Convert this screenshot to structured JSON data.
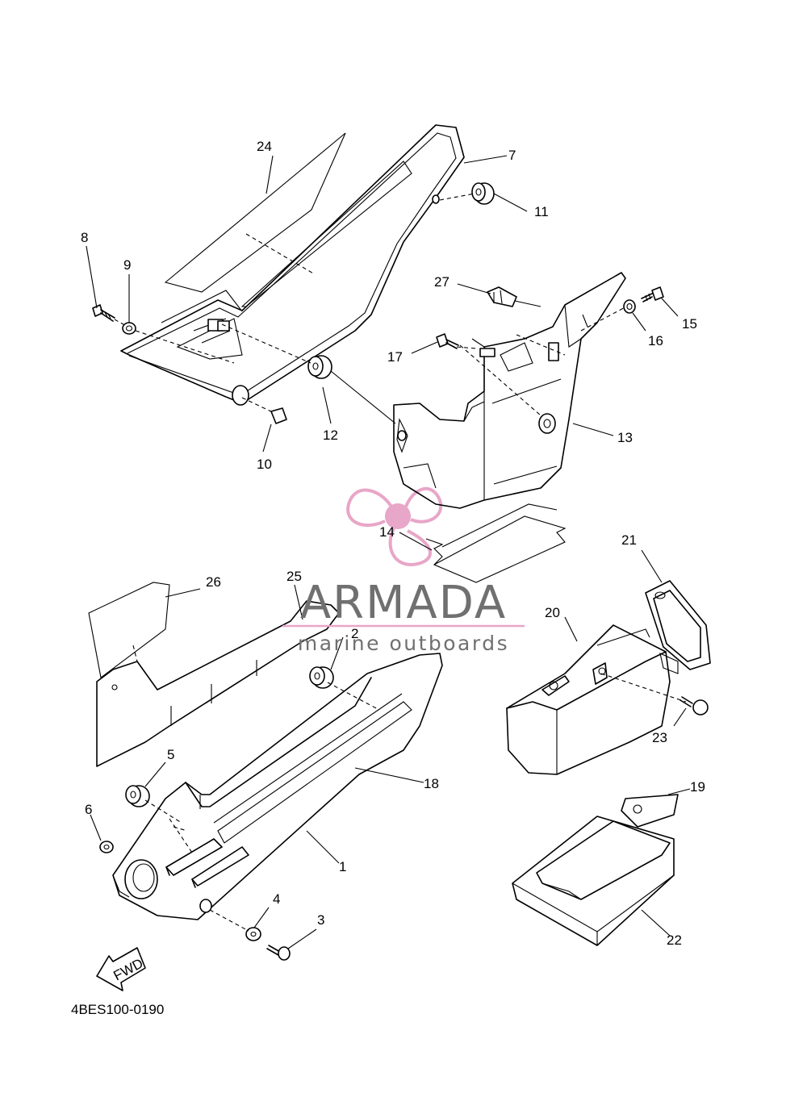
{
  "diagram": {
    "code": "4BES100-0190",
    "fwd_label": "FWD",
    "callouts": {
      "c1": "1",
      "c2": "2",
      "c3": "3",
      "c4": "4",
      "c5": "5",
      "c6": "6",
      "c7": "7",
      "c8": "8",
      "c9": "9",
      "c10": "10",
      "c11": "11",
      "c12": "12",
      "c13": "13",
      "c14": "14",
      "c15": "15",
      "c16": "16",
      "c17": "17",
      "c18": "18",
      "c19": "19",
      "c20": "20",
      "c21": "21",
      "c22": "22",
      "c23": "23",
      "c24": "24",
      "c25": "25",
      "c26": "26",
      "c27": "27"
    }
  },
  "watermark": {
    "brand": "ARMADA",
    "tagline": "marine outboards",
    "logo_color": "#e8a6c8",
    "text_color": "#707070"
  }
}
